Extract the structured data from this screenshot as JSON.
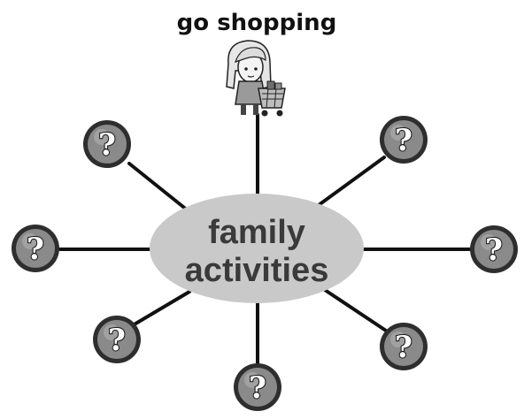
{
  "diagram": {
    "center_line1": "family",
    "center_line2": "activities",
    "known_activity": "go shopping",
    "unknown_marker": "?",
    "unknown_count": 7
  },
  "colors": {
    "center_fill": "#c9c9c9",
    "connector": "#111111",
    "bubble_outer": "#2e2e2e",
    "bubble_inner": "#8a8a8a",
    "background": "#ffffff"
  },
  "icons": {
    "shopping": "girl-with-shopping-cart-icon",
    "unknown": "question-mark-bubble-icon"
  }
}
